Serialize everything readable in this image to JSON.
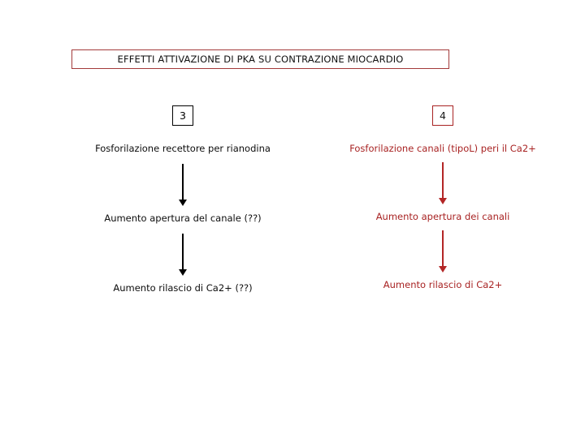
{
  "slide": {
    "title": "EFFETTI ATTIVAZIONE DI PKA SU CONTRAZIONE MIOCARDIO",
    "background_color": "#ffffff"
  },
  "colors": {
    "title_border": "#A33A3A",
    "title_text": "#111111",
    "black_flow": "#000000",
    "red_flow": "#A82323",
    "red_arrow": "#B32626"
  },
  "columns": [
    {
      "id": "column-3",
      "badge": "3",
      "badge_border_color": "#000000",
      "text_color": "#0d0d0d",
      "steps": [
        "Fosforilazione recettore per rianodina",
        "Aumento apertura del canale (??)",
        "Aumento rilascio di Ca2+ (??)"
      ],
      "arrows": [
        {
          "name": "arrow-1",
          "direction": "down"
        },
        {
          "name": "arrow-2",
          "direction": "down"
        }
      ]
    },
    {
      "id": "column-4",
      "badge": "4",
      "badge_border_color": "#A82323",
      "text_color": "#A82323",
      "steps": [
        "Fosforilazione canali (tipoL) peri il Ca2+",
        "Aumento apertura dei canali",
        "Aumento rilascio di Ca2+"
      ],
      "arrows": [
        {
          "name": "arrow-1",
          "direction": "down"
        },
        {
          "name": "arrow-2",
          "direction": "down"
        }
      ]
    }
  ]
}
